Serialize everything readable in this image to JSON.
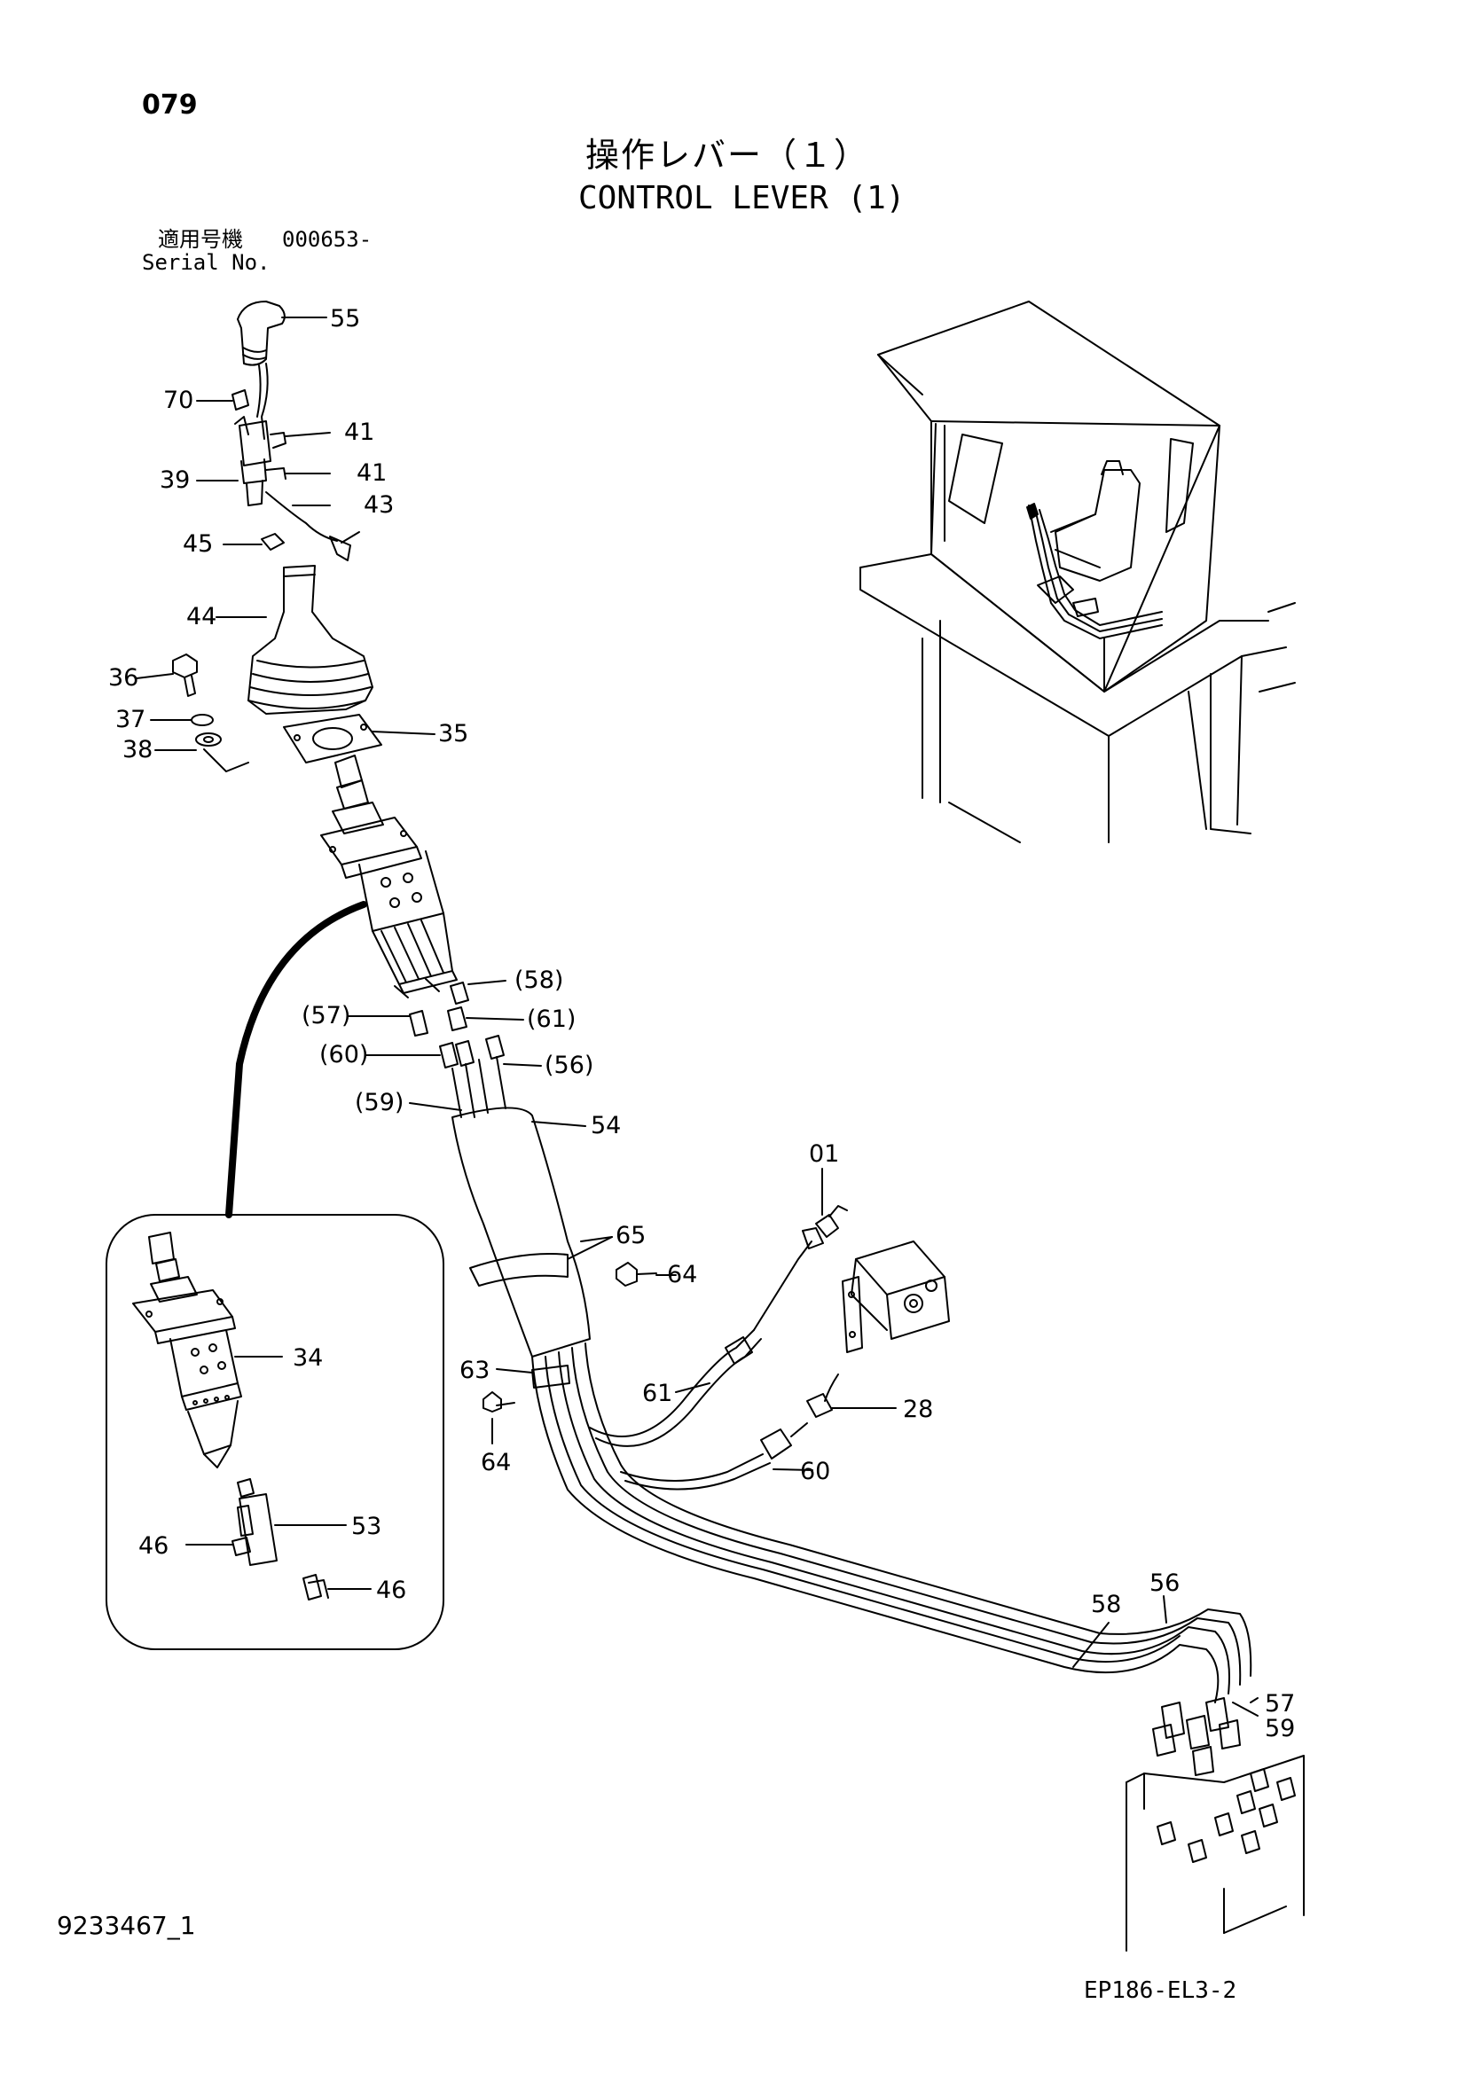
{
  "header": {
    "page_number": "079",
    "title_jp": "操作レバー（１）",
    "title_en": "CONTROL LEVER (1)",
    "serial_label_jp": "適用号機",
    "serial_value": "000653-",
    "serial_label_en": "Serial No."
  },
  "footer": {
    "document_id": "9233467_1",
    "figure_code": "EP186-EL3-2"
  },
  "callouts": {
    "c55": "55",
    "c70": "70",
    "c41a": "41",
    "c39": "39",
    "c41b": "41",
    "c43": "43",
    "c45": "45",
    "c44": "44",
    "c36": "36",
    "c37": "37",
    "c38": "38",
    "c35": "35",
    "c58p": "(58)",
    "c57p": "(57)",
    "c61p": "(61)",
    "c60p": "(60)",
    "c56p": "(56)",
    "c59p": "(59)",
    "c54": "54",
    "c01": "01",
    "c65": "65",
    "c64a": "64",
    "c34": "34",
    "c63": "63",
    "c61": "61",
    "c28": "28",
    "c64b": "64",
    "c60": "60",
    "c53": "53",
    "c46a": "46",
    "c46b": "46",
    "c58": "58",
    "c56": "56",
    "c57": "57",
    "c59": "59"
  }
}
